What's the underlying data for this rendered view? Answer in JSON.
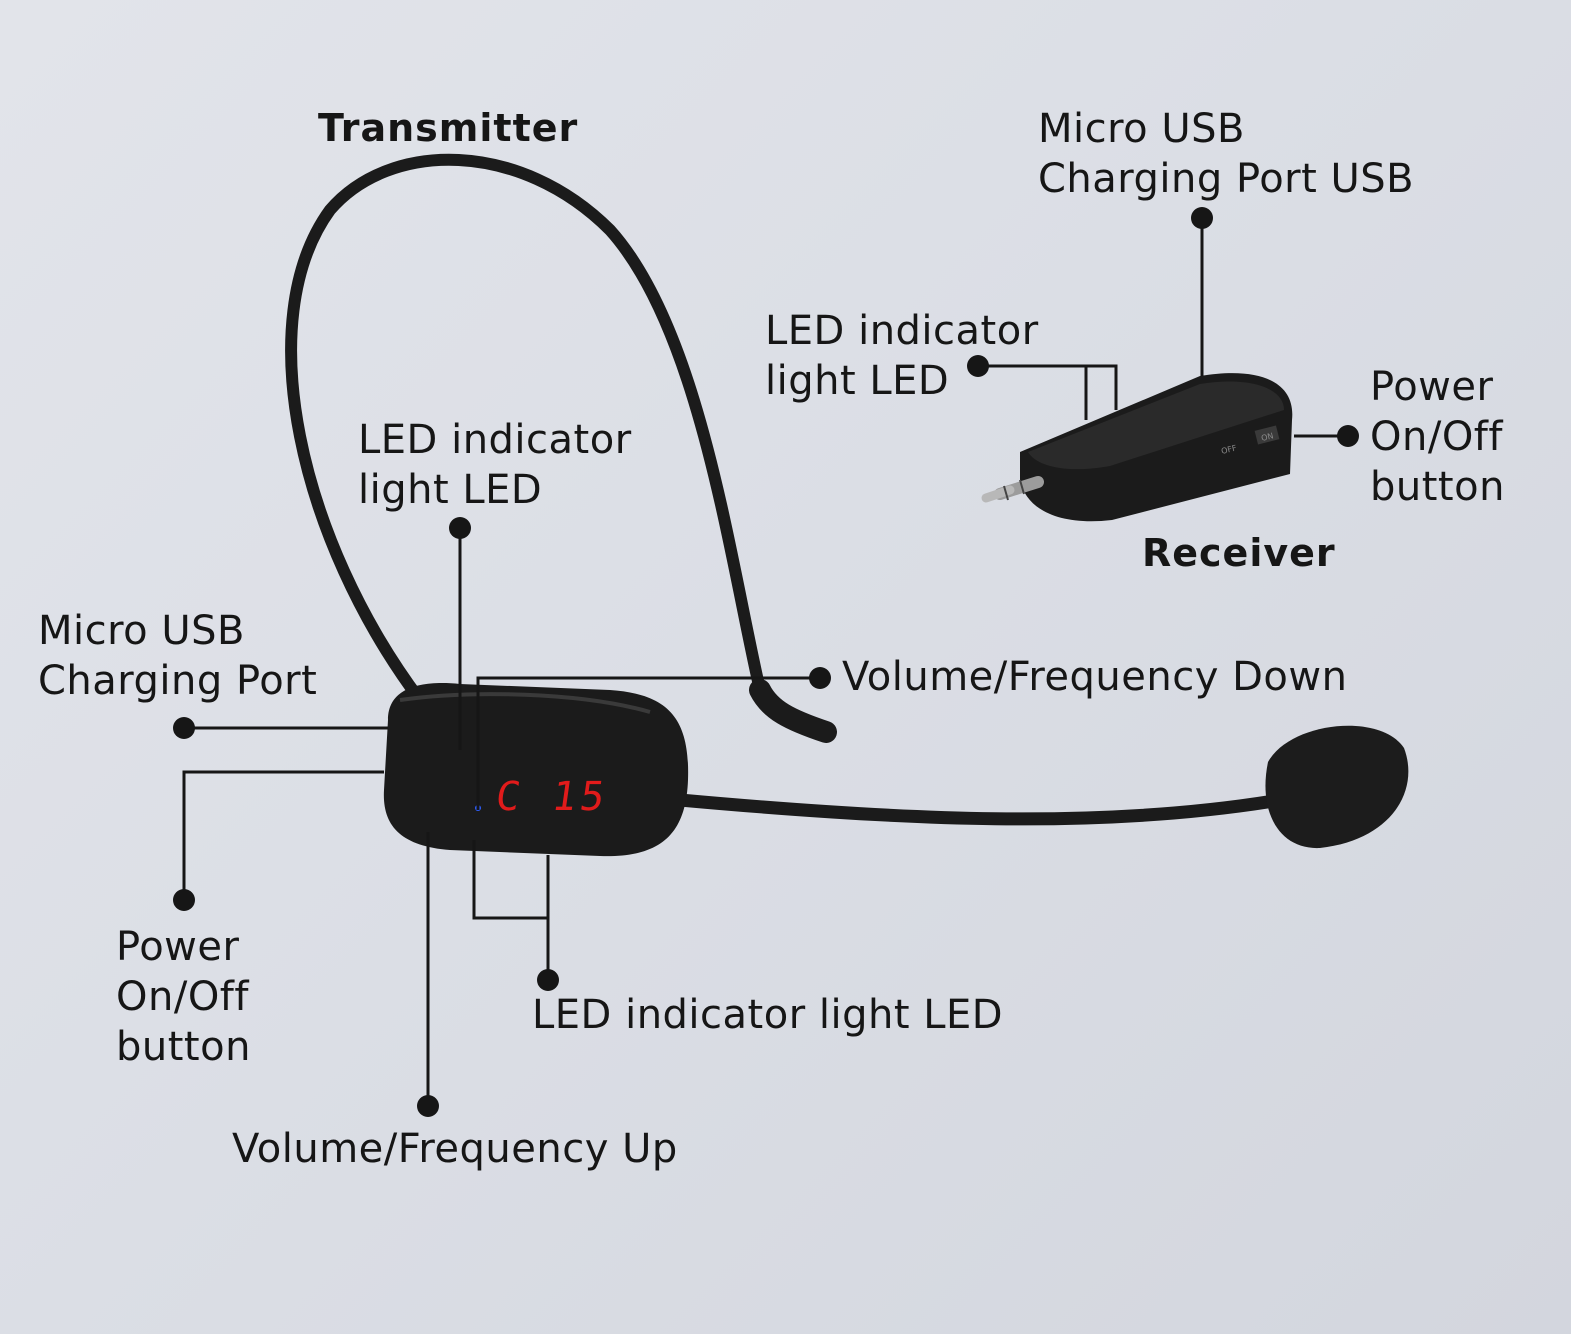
{
  "titles": {
    "transmitter": "Transmitter",
    "receiver": "Receiver"
  },
  "receiver_labels": {
    "micro_usb": "Micro USB\nCharging Port USB",
    "led": "LED indicator\nlight LED",
    "power": "Power\nOn/Off\nbutton"
  },
  "transmitter_labels": {
    "led_top": "LED indicator\nlight LED",
    "micro_usb": "Micro USB\nCharging Port",
    "volume_down": "Volume/Frequency Down",
    "power": "Power\nOn/Off\nbutton",
    "led_bottom": "LED indicator light LED",
    "volume_up": "Volume/Frequency Up"
  },
  "display": {
    "readout": "C 15",
    "color": "#e11b1b"
  },
  "switch": {
    "off": "OFF",
    "on": "ON"
  },
  "colors": {
    "ink": "#161616",
    "device": "#1b1b1b"
  }
}
